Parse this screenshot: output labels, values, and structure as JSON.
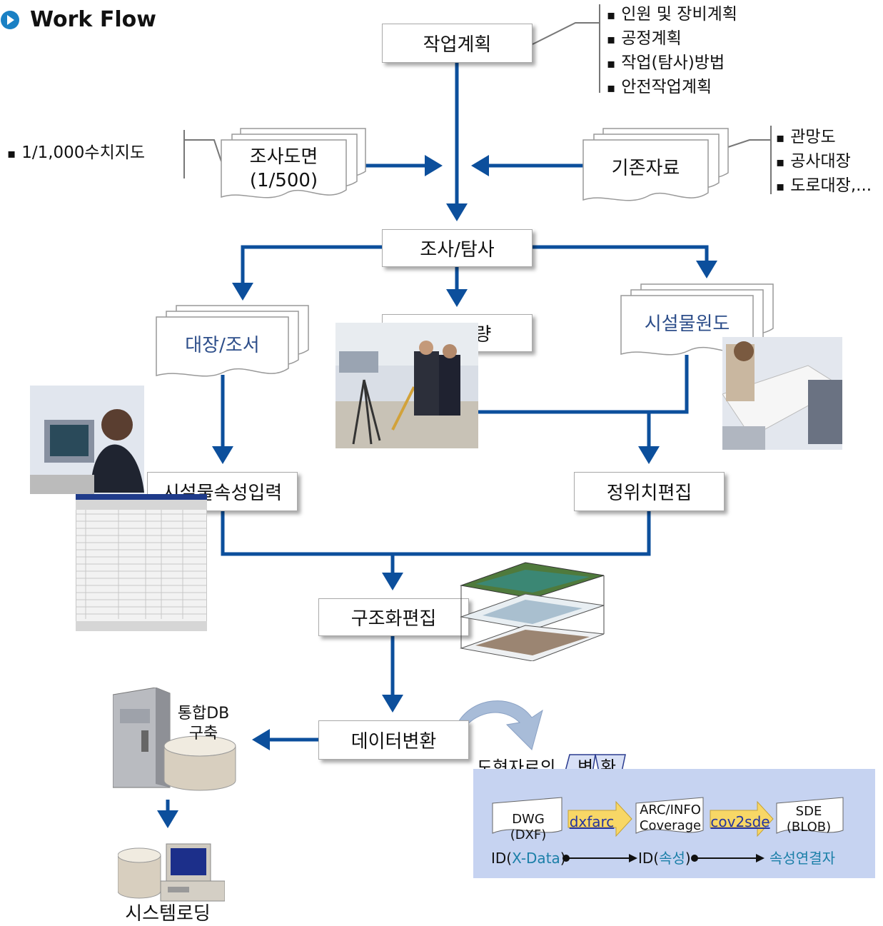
{
  "header": {
    "title": "Work Flow"
  },
  "nodes": {
    "work_plan": "작업계획",
    "survey_map_line1": "조사도면",
    "survey_map_line2": "(1/500)",
    "existing_data": "기존자료",
    "investigation": "조사/탐사",
    "ledger": "대장/조서",
    "position_survey": "위치측량",
    "facility_map": "시설물원도",
    "attribute_input": "시설물속성입력",
    "position_edit": "정위치편집",
    "structure_edit": "구조화편집",
    "data_conversion": "데이터변환",
    "db_line1": "통합DB",
    "db_line2": "구축",
    "system_loading": "시스템로딩"
  },
  "work_plan_items": [
    "인원 및 장비계획",
    "공정계획",
    "작업(탐사)방법",
    "안전작업계획"
  ],
  "survey_map_items": [
    "1/1,000수치지도"
  ],
  "existing_data_items": [
    "관망도",
    "공사대장",
    "도로대장,..."
  ],
  "conversion": {
    "title": "도형자료의",
    "tag1": "변",
    "tag2": "환",
    "dwg": "DWG (DXF)",
    "dxfarc": "dxfarc",
    "arcinfo_line1": "ARC/INFO",
    "arcinfo_line2": "Coverage",
    "cov2sde": "cov2sde",
    "sde_line1": "SDE",
    "sde_line2": "(BLOB)",
    "id_xdata_prefix": "ID(",
    "id_xdata_mid": "X-Data",
    "id_xdata_suffix": ")",
    "id_attr_prefix": "ID(",
    "id_attr_mid": "속성",
    "id_attr_suffix": ")",
    "attr_link": "속성연결자"
  },
  "colors": {
    "flow_arrow": "#0c4f9c",
    "accent_text": "#2d4e8a",
    "conversion_bg": "#c6d3f1",
    "icon": "#1a80c4"
  }
}
